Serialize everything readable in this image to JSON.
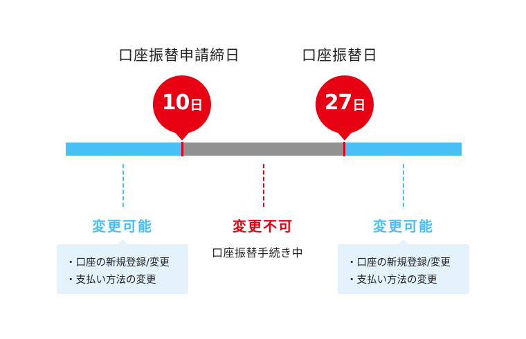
{
  "labels": {
    "application_deadline": "口座振替申請締日",
    "transfer_day": "口座振替日"
  },
  "markers": [
    {
      "day": "10",
      "unit": "日"
    },
    {
      "day": "27",
      "unit": "日"
    }
  ],
  "colors": {
    "blue": "#46c0f6",
    "gray": "#919191",
    "red": "#e60012"
  },
  "periods": {
    "left": {
      "status": "変更可能",
      "items": [
        "・口座の新規登録/変更",
        "・支払い方法の変更"
      ]
    },
    "middle": {
      "status": "変更不可",
      "note": "口座振替手続き中"
    },
    "right": {
      "status": "変更可能",
      "items": [
        "・口座の新規登録/変更",
        "・支払い方法の変更"
      ]
    }
  }
}
